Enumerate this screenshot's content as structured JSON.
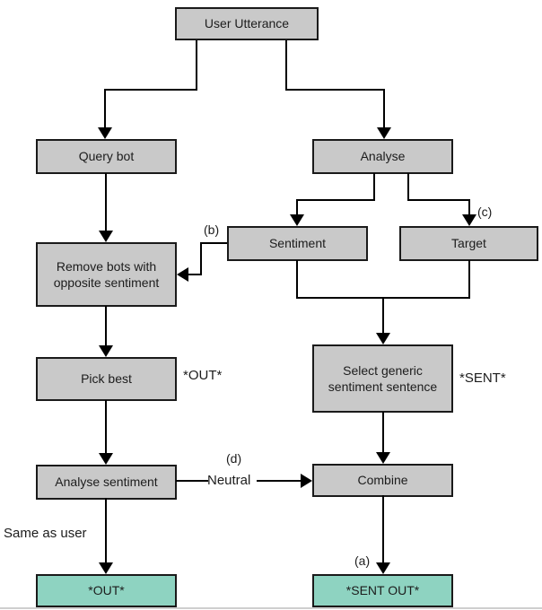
{
  "diagram": {
    "nodes": {
      "user_utterance": {
        "label": "User Utterance"
      },
      "query_bot": {
        "label": "Query bot"
      },
      "analyse": {
        "label": "Analyse"
      },
      "sentiment": {
        "label": "Sentiment"
      },
      "target": {
        "label": "Target"
      },
      "remove_bots": {
        "label": "Remove bots with opposite sentiment"
      },
      "pick_best": {
        "label": "Pick best"
      },
      "select_generic": {
        "label": "Select generic sentiment sentence"
      },
      "analyse_sentiment": {
        "label": "Analyse sentiment"
      },
      "combine": {
        "label": "Combine"
      },
      "out": {
        "label": "*OUT*"
      },
      "sent_out": {
        "label": "*SENT OUT*"
      }
    },
    "annotations": {
      "a": "(a)",
      "b": "(b)",
      "c": "(c)",
      "d": "(d)",
      "neutral": "Neutral",
      "out_marker": "*OUT*",
      "sent_marker": "*SENT*",
      "same_as_user": "Same as user"
    },
    "colors": {
      "node_fill": "#c9c9c9",
      "terminal_fill": "#8ed3c1",
      "border": "#1a1a1a",
      "line": "#000000",
      "background": "#ffffff"
    }
  }
}
